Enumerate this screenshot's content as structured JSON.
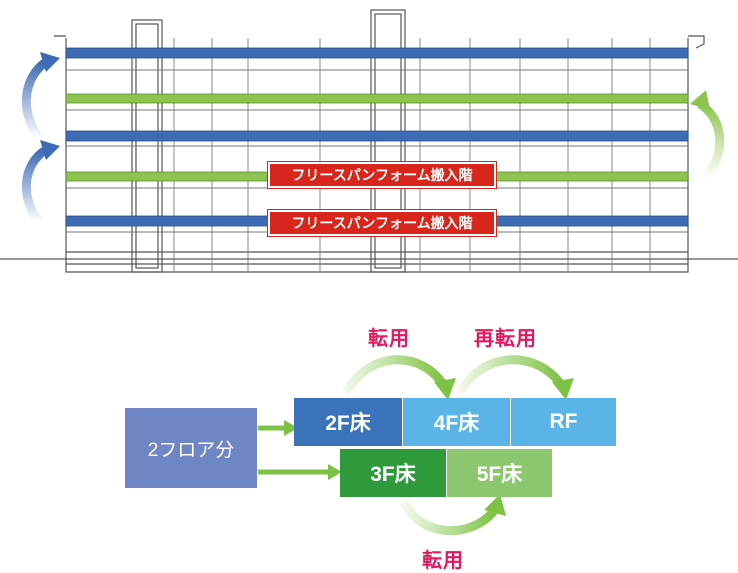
{
  "building": {
    "tag_label": "フリースパンフォーム搬入階",
    "colors": {
      "blue_floor": "#3d6bb4",
      "green_floor": "#8cc44f",
      "tag_red": "#d9261c"
    }
  },
  "flow": {
    "source": {
      "label": "2フロア分",
      "color": "#6f86c4"
    },
    "row1": [
      {
        "label": "2F床",
        "color": "#3b73bb"
      },
      {
        "label": "4F床",
        "color": "#5ab4e8"
      },
      {
        "label": "RF",
        "color": "#5ab4e8"
      }
    ],
    "row2": [
      {
        "label": "3F床",
        "color": "#2e9a3c"
      },
      {
        "label": "5F床",
        "color": "#8cc66e"
      }
    ],
    "labels": {
      "convert_top": "転用",
      "reconvert_top": "再転用",
      "convert_bottom": "転用"
    },
    "colors": {
      "label_pink": "#e4185c",
      "arrow_green": "#7dc242",
      "gradient_arrow_green": "#8cc44f"
    }
  }
}
